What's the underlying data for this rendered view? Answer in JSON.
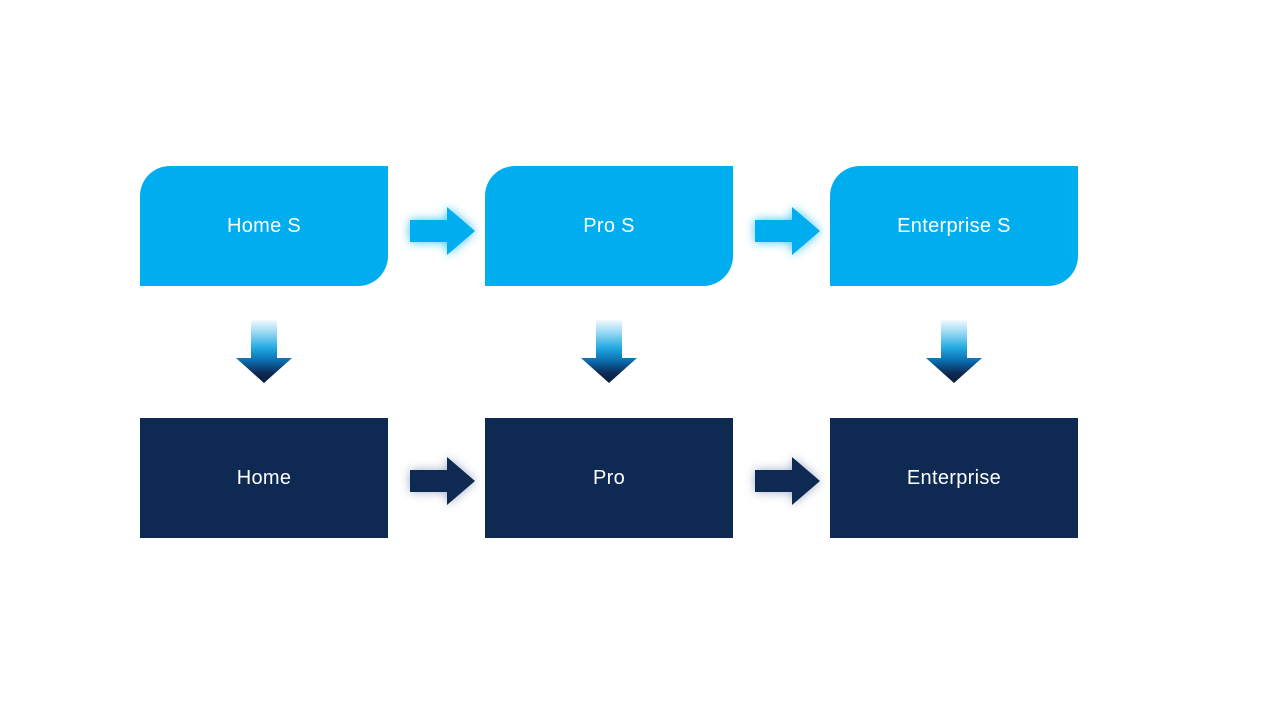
{
  "diagram": {
    "type": "process-flow",
    "top_row": [
      {
        "label": "Home S"
      },
      {
        "label": "Pro S"
      },
      {
        "label": "Enterprise S"
      }
    ],
    "bottom_row": [
      {
        "label": "Home"
      },
      {
        "label": "Pro"
      },
      {
        "label": "Enterprise"
      }
    ]
  },
  "colors": {
    "box_light": "#00AEEF",
    "box_dark": "#0E2A52",
    "arrow_light": "#00AEEF",
    "arrow_dark": "#0E2A52",
    "label_text": "#FFFFFF",
    "background": "#FFFFFF",
    "down_arrow_gradient": [
      "#F2FAFE",
      "#8ED5F2",
      "#1FA7E0",
      "#0A6CAE",
      "#0D2A52",
      "#091D3A"
    ]
  }
}
